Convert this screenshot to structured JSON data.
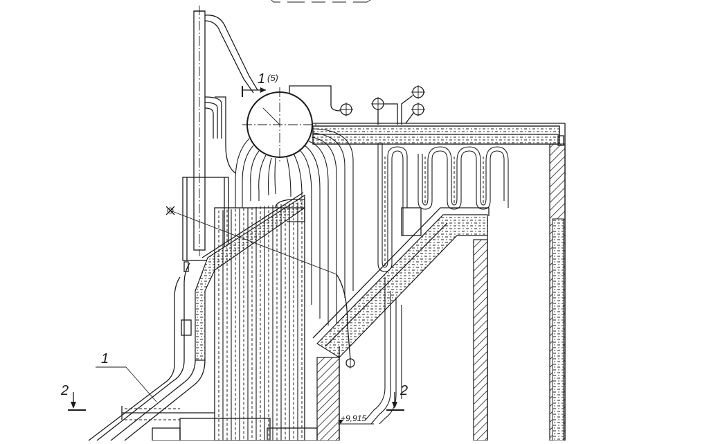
{
  "labels": {
    "drum_section": "1",
    "drum_section_sub": "(5)",
    "leader_1": "1",
    "section_2_left": "2",
    "section_2_right": "2",
    "elevation": "+9,915"
  },
  "colors": {
    "ink": "#1a1a1a",
    "paper": "#ffffff"
  }
}
